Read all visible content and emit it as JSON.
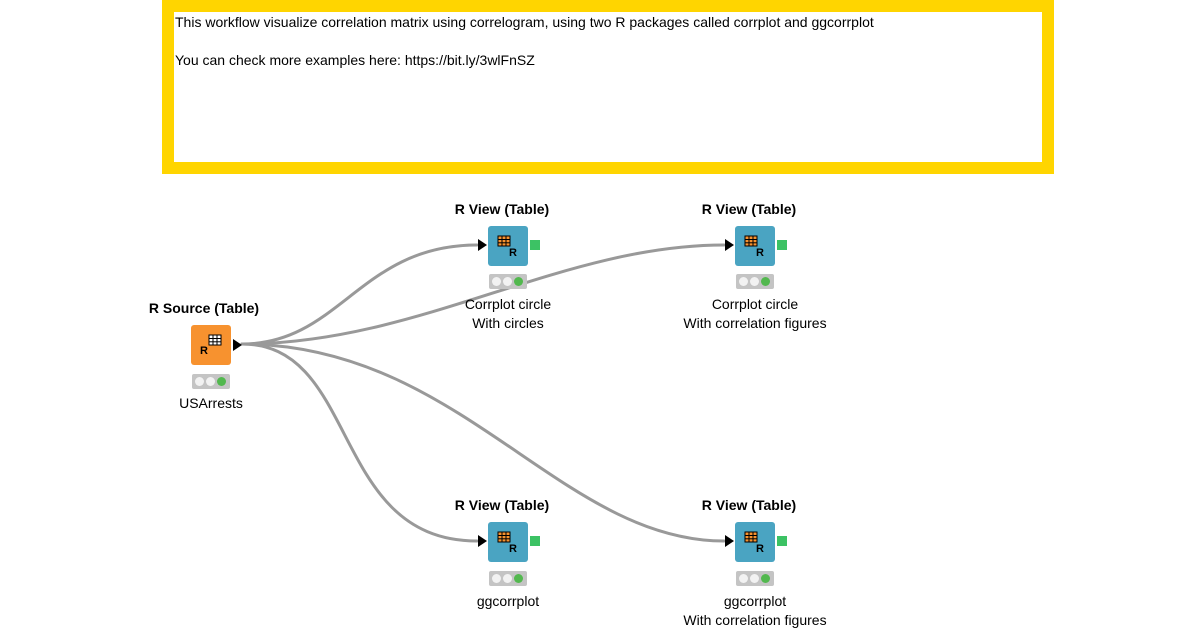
{
  "annotation": {
    "line1": "This workflow visualize correlation matrix using correlogram, using two R packages called corrplot and ggcorrplot",
    "line2": "You can check more examples here: https://bit.ly/3wlFnSZ",
    "border_color": "#ffd500"
  },
  "colors": {
    "source_node": "#f7922f",
    "view_node": "#4aa4c2",
    "output_port": "#3cc264",
    "status_green": "#52b84e",
    "connection": "#999999"
  },
  "nodes": {
    "source": {
      "title": "R Source (Table)",
      "label_line1": "USArrests",
      "icon": "r-source-table-icon"
    },
    "view1": {
      "title": "R View (Table)",
      "label_line1": "Corrplot circle",
      "label_line2": "With circles",
      "icon": "r-view-table-icon"
    },
    "view2": {
      "title": "R View (Table)",
      "label_line1": "Corrplot circle",
      "label_line2": "With correlation figures",
      "icon": "r-view-table-icon"
    },
    "view3": {
      "title": "R View (Table)",
      "label_line1": "ggcorrplot",
      "icon": "r-view-table-icon"
    },
    "view4": {
      "title": "R View (Table)",
      "label_line1": "ggcorrplot",
      "label_line2": "With correlation figures",
      "icon": "r-view-table-icon"
    }
  }
}
